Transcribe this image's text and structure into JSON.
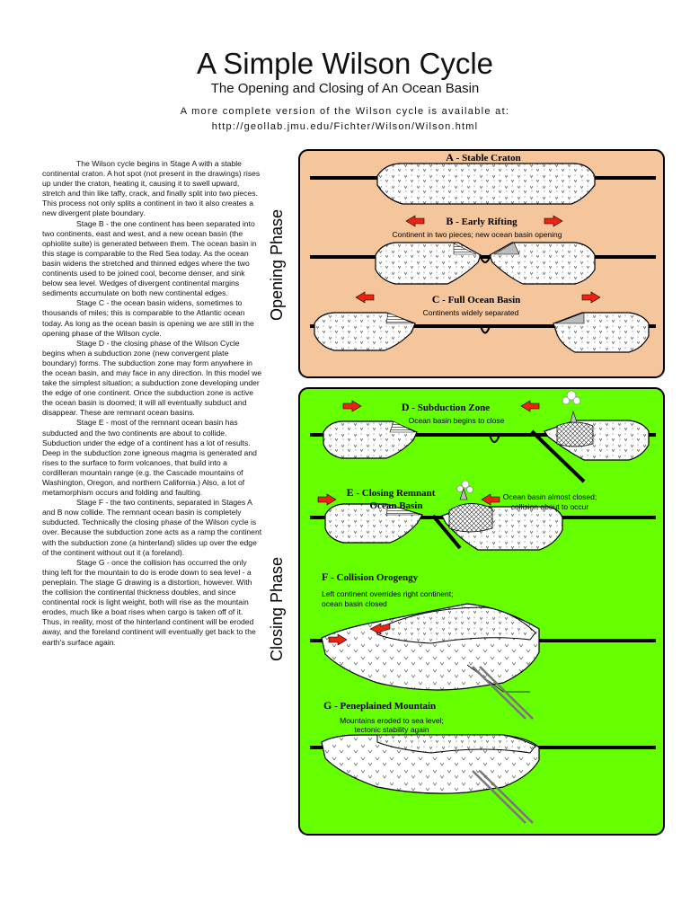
{
  "header": {
    "title": "A Simple Wilson Cycle",
    "subtitle": "The Opening and Closing of An Ocean Basin",
    "note_line1": "A more complete version of the Wilson cycle is available at:",
    "note_line2": "http://geollab.jmu.edu/Fichter/Wilson/Wilson.html"
  },
  "paragraphs": [
    "The Wilson cycle begins in Stage A with a stable continental craton.  A hot spot (not present in the drawings) rises up under the craton, heating it, causing it to swell upward, stretch and thin like taffy, crack, and finally split into two pieces.  This process not only splits a continent in two it also creates a new divergent plate boundary.",
    "Stage B  - the one continent has been separated into two continents, east and west, and a new ocean basin (the ophiolite suite)  is generated between them.  The ocean basin in this stage is comparable to the Red Sea today.  As the ocean basin widens the stretched and thinned edges where the two continents used to be joined cool, become denser, and sink below sea level.  Wedges of divergent continental margins sediments accumulate on both new continental edges.",
    "Stage C - the ocean basin widens, sometimes to thousands of miles; this is comparable to the Atlantic ocean today.  As long as the ocean basin is opening we are still in the opening phase of the Wilson cycle.",
    "Stage D - the closing phase of the Wilson Cycle begins when a subduction zone (new convergent plate boundary) forms.  The subduction zone may form anywhere in the ocean basin, and may face in any direction.  In this model we take the simplest situation; a subduction zone developing under the edge of one continent.  Once the subduction zone is active the ocean basin is doomed; it will all eventually subduct and disappear.  These are remnant ocean basins.",
    "Stage E - most of the remnant ocean basin has subducted and the two continents are about to collide.  Subduction under the edge of a continent has a lot of results.  Deep in the subduction zone igneous magma is generated and rises to the surface to form volcanoes, that build into a cordilleran mountain range (e.g. the Cascade mountains of Washington, Oregon, and northern California.)  Also, a lot of metamorphism occurs and folding and faulting.",
    "Stage F - the two continents, separated in Stages A and B now collide.  The remnant ocean basin is completely subducted.  Technically the closing phase of the Wilson cycle is over.  Because the subduction zone acts as a ramp the continent with the subduction zone (a hinterland) slides up over the edge of the continent without out it (a foreland).",
    "Stage G - once the collision has occurred the only thing left for the mountain to do is erode down to sea level - a peneplain.  The stage G drawing is a distortion, however.  With the collision the continental thickness doubles, and since continental rock is light weight, both will rise as the mountain erodes, much like a boat rises when cargo is taken off of it.  Thus, in reality, most of the hinterland continent will be eroded away, and the foreland continent will eventually get back to the earth's surface again."
  ],
  "phases": {
    "opening": {
      "label": "Opening Phase",
      "color": "#f5c59b"
    },
    "closing": {
      "label": "Closing Phase",
      "color": "#66ff00"
    }
  },
  "stages": {
    "a": {
      "letter": "A",
      "rest": "Stable Craton"
    },
    "b": {
      "letter": "B",
      "rest": "Early Rifting",
      "caption": "Continent in two pieces; new ocean basin opening"
    },
    "c": {
      "letter": "C",
      "rest": "Full Ocean Basin",
      "caption": "Continents widely separated"
    },
    "d": {
      "letter": "D",
      "rest": "Subduction Zone",
      "caption": "Ocean basin begins to close"
    },
    "e": {
      "letter": "E",
      "rest1": "Closing Remnant",
      "rest2": "Ocean Basin",
      "caption1": "Ocean basin almost closed;",
      "caption2": "collision about to occur"
    },
    "f": {
      "letter": "F",
      "rest": "Collision Orogengy",
      "caption1": "Left continent overrides right continent;",
      "caption2": "ocean basin closed"
    },
    "g": {
      "letter": "G",
      "rest": "Peneplained Mountain",
      "caption1": "Mountains eroded to sea level;",
      "caption2": "tectonic stability again"
    }
  },
  "colors": {
    "arrow": "#ee2211",
    "crust_line": "#000000",
    "rock_fill": "#ffffff",
    "sediment": "#bbbbbb"
  }
}
